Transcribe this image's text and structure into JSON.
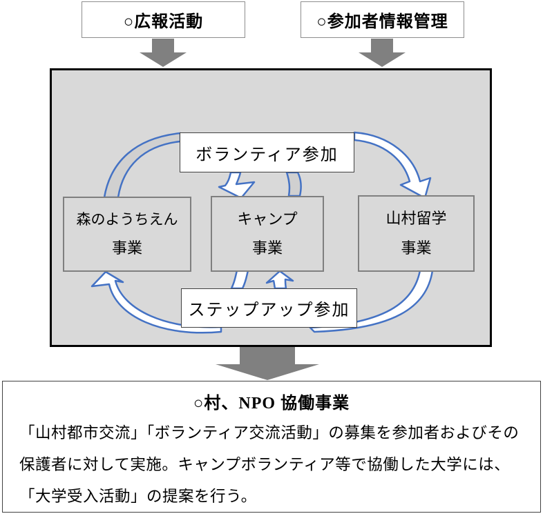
{
  "diagram_title": "NPO/village program flow diagram",
  "colors": {
    "accent_blue": "#4472c4",
    "block_arrow_gray": "#808080",
    "panel_gray": "#d9d9d9",
    "band_gray": "#d0d0d0",
    "box_border_gray": "#7f7f7f",
    "panel_border": "#000000"
  },
  "top_boxes": [
    {
      "label": "○広報活動"
    },
    {
      "label": "○参加者情報管理"
    }
  ],
  "panel": {
    "volunteer_label": "ボランティア参加",
    "stepup_label": "ステップアップ参加",
    "programs": [
      {
        "line1": "森のようちえん",
        "line2": "事業"
      },
      {
        "line1": "キャンプ",
        "line2": "事業"
      },
      {
        "line1": "山村留学",
        "line2": "事業"
      }
    ]
  },
  "bottom_box": {
    "title": "○村、NPO 協働事業",
    "body_lines": [
      "「山村都市交流」「ボランティア交流活動」の募集を参加者およびその",
      "保護者に対して実施。キャンプボランティア等で協働した大学には、",
      "「大学受入活動」の提案を行う。"
    ]
  }
}
